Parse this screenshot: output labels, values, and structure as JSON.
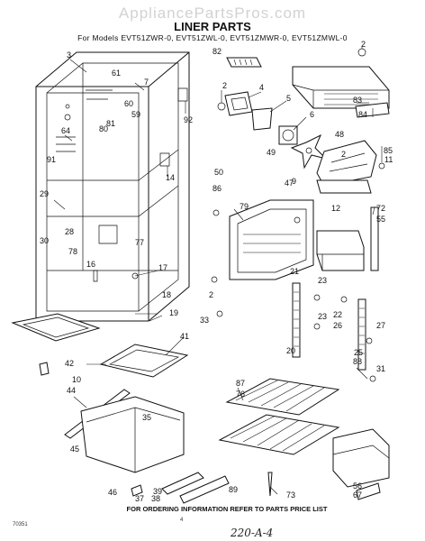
{
  "watermark": "AppliancePartsPros.com",
  "title": "LINER PARTS",
  "subtitle": "For Models EVT51ZWR-0, EVT51ZWL-0, EVT51ZMWR-0, EVT51ZMWL-0",
  "footer_note": "FOR ORDERING INFORMATION REFER TO PARTS PRICE LIST",
  "page_code": "70351",
  "handwritten_ref": "220-A-4",
  "small_mark": "4",
  "callouts": [
    "2",
    "3",
    "82",
    "2",
    "4",
    "5",
    "61",
    "60",
    "92",
    "83",
    "84",
    "6",
    "7",
    "59",
    "81",
    "80",
    "64",
    "91",
    "48",
    "2",
    "85",
    "11",
    "49",
    "50",
    "14",
    "47",
    "9",
    "86",
    "29",
    "12",
    "79",
    "72",
    "55",
    "28",
    "30",
    "77",
    "78",
    "16",
    "17",
    "21",
    "23",
    "18",
    "2",
    "22",
    "27",
    "33",
    "23",
    "26",
    "20",
    "19",
    "41",
    "42",
    "25",
    "31",
    "10",
    "44",
    "88",
    "35",
    "87",
    "76",
    "45",
    "73",
    "39",
    "38",
    "89",
    "46",
    "37",
    "56",
    "67"
  ]
}
